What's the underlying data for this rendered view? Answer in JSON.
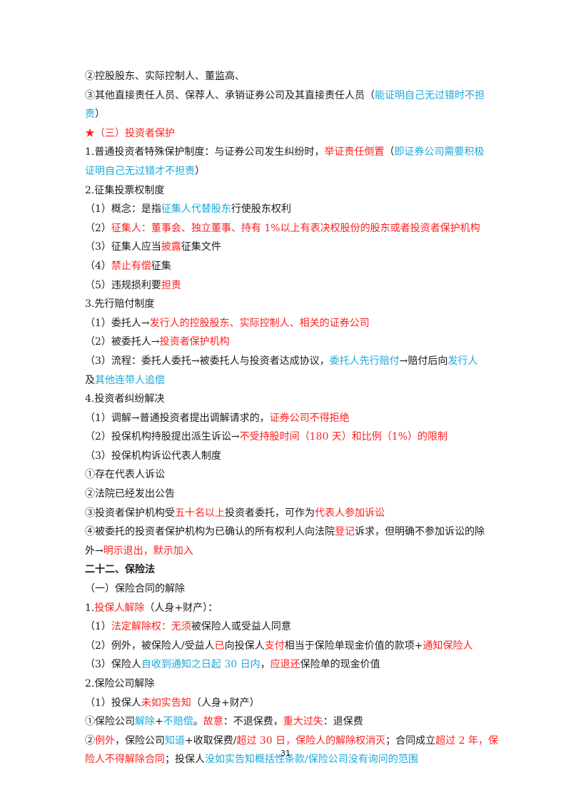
{
  "colors": {
    "text": "#1a1a1a",
    "red": "#ff1f1f",
    "blue": "#1aa9dc"
  },
  "lines": [
    {
      "name": "item-circle-2-controller",
      "segs": [
        {
          "t": "②控股股东、实际控制人、董监高、"
        }
      ]
    },
    {
      "name": "item-circle-3-other-responsible",
      "segs": [
        {
          "t": "③其他直接责任人员、保荐人、承销证券公司及其直接责任人员（"
        },
        {
          "t": "能证明自己无过错时不担",
          "c": "blue"
        }
      ]
    },
    {
      "name": "item-circle-3-cont",
      "segs": [
        {
          "t": "责",
          "c": "blue"
        },
        {
          "t": "）"
        }
      ]
    },
    {
      "name": "section-investor-protection-heading",
      "segs": [
        {
          "t": "★（三）投资者保护",
          "c": "red"
        }
      ]
    },
    {
      "name": "item-1-special-protection",
      "segs": [
        {
          "t": "1.普通投资者特殊保护制度：与证券公司发生纠纷时，"
        },
        {
          "t": "举证责任倒置",
          "c": "red"
        },
        {
          "t": "（"
        },
        {
          "t": "即证券公司需要积极",
          "c": "blue"
        }
      ]
    },
    {
      "name": "item-1-cont",
      "segs": [
        {
          "t": "证明自己无过错才不担责",
          "c": "blue"
        },
        {
          "t": "）"
        }
      ]
    },
    {
      "name": "item-2-proxy-voting",
      "segs": [
        {
          "t": "2.征集投票权制度"
        }
      ]
    },
    {
      "name": "item-2-1-concept",
      "segs": [
        {
          "t": "（1）概念：是指"
        },
        {
          "t": "征集人代替股东",
          "c": "blue"
        },
        {
          "t": "行使股东权利"
        }
      ]
    },
    {
      "name": "item-2-2-solicitor",
      "segs": [
        {
          "t": "（2）"
        },
        {
          "t": "征集人",
          "c": "red"
        },
        {
          "t": "：董事会、独立董事、持有 1%以上有表决权股份的股东或者投资者保护机构",
          "c": "red"
        }
      ]
    },
    {
      "name": "item-2-3-disclose",
      "segs": [
        {
          "t": "（3）征集人应当"
        },
        {
          "t": "披露",
          "c": "red"
        },
        {
          "t": "征集文件"
        }
      ]
    },
    {
      "name": "item-2-4-no-paid",
      "segs": [
        {
          "t": "（4）"
        },
        {
          "t": "禁止有偿",
          "c": "red"
        },
        {
          "t": "征集"
        }
      ]
    },
    {
      "name": "item-2-5-liability",
      "segs": [
        {
          "t": "（5）违规损利要"
        },
        {
          "t": "担责",
          "c": "red"
        }
      ]
    },
    {
      "name": "item-3-advance-compensation",
      "segs": [
        {
          "t": "3.先行赔付制度"
        }
      ]
    },
    {
      "name": "item-3-1-principal",
      "segs": [
        {
          "t": "（1）委托人→"
        },
        {
          "t": "发行人的控股股东、实际控制人、相关的证券公司",
          "c": "red"
        }
      ]
    },
    {
      "name": "item-3-2-agent",
      "segs": [
        {
          "t": "（2）被委托人→"
        },
        {
          "t": "投资者保护机构",
          "c": "red"
        }
      ]
    },
    {
      "name": "item-3-3-process",
      "segs": [
        {
          "t": "（3）流程：委托人委托→被委托人与投资者达成协议，"
        },
        {
          "t": "委托人先行赔付",
          "c": "blue"
        },
        {
          "t": "→赔付后向"
        },
        {
          "t": "发行人",
          "c": "blue"
        }
      ]
    },
    {
      "name": "item-3-3-cont",
      "segs": [
        {
          "t": "及"
        },
        {
          "t": "其他连带人追偿",
          "c": "blue"
        }
      ]
    },
    {
      "name": "item-4-dispute-resolution",
      "segs": [
        {
          "t": "4.投资者纠纷解决"
        }
      ]
    },
    {
      "name": "item-4-1-mediation",
      "segs": [
        {
          "t": "（1）调解→普通投资者提出调解请求的，"
        },
        {
          "t": "证券公司不得拒绝",
          "c": "red"
        }
      ]
    },
    {
      "name": "item-4-2-derivative-suit",
      "segs": [
        {
          "t": "（2）投保机构持股提出派生诉讼→"
        },
        {
          "t": "不受持股时间（180 天）和比例（1%）的限制",
          "c": "red"
        }
      ]
    },
    {
      "name": "item-4-3-representative",
      "segs": [
        {
          "t": "（3）投保机构诉讼代表人制度"
        }
      ]
    },
    {
      "name": "item-4-3-a",
      "segs": [
        {
          "t": "①存在代表人诉讼"
        }
      ]
    },
    {
      "name": "item-4-3-b",
      "segs": [
        {
          "t": "②法院已经发出公告"
        }
      ]
    },
    {
      "name": "item-4-3-c",
      "segs": [
        {
          "t": "③投资者保护机构受"
        },
        {
          "t": "五十名以上",
          "c": "red"
        },
        {
          "t": "投资者委托，可作为"
        },
        {
          "t": "代表人参加诉讼",
          "c": "red"
        }
      ]
    },
    {
      "name": "item-4-3-d",
      "segs": [
        {
          "t": "④被委托的投资者保护机构为已确认的所有权利人向法院"
        },
        {
          "t": "登记",
          "c": "red"
        },
        {
          "t": "诉求，但明确不参加诉讼的除"
        }
      ]
    },
    {
      "name": "item-4-3-d-cont",
      "segs": [
        {
          "t": "外→"
        },
        {
          "t": "明示退出，默示加入",
          "c": "red"
        }
      ]
    },
    {
      "name": "chapter-22-insurance-law-heading",
      "bold": true,
      "segs": [
        {
          "t": "二十二、保险法"
        }
      ]
    },
    {
      "name": "section-1-contract-termination",
      "segs": [
        {
          "t": "（一）保险合同的解除"
        }
      ]
    },
    {
      "name": "item-1-policyholder-termination",
      "segs": [
        {
          "t": "1."
        },
        {
          "t": "投保人解除",
          "c": "red"
        },
        {
          "t": "（人身+财产）："
        }
      ]
    },
    {
      "name": "item-1-1-statutory-right",
      "segs": [
        {
          "t": "（1）"
        },
        {
          "t": "法定解除权：无须",
          "c": "red"
        },
        {
          "t": "被保险人或受益人同意"
        }
      ]
    },
    {
      "name": "item-1-2-exception",
      "segs": [
        {
          "t": "（2）例外，被保险人/受益人"
        },
        {
          "t": "已",
          "c": "red"
        },
        {
          "t": "向投保人"
        },
        {
          "t": "支付",
          "c": "red"
        },
        {
          "t": "相当于保险单现金价值的款项+"
        },
        {
          "t": "通知保险人",
          "c": "red"
        }
      ]
    },
    {
      "name": "item-1-3-refund",
      "segs": [
        {
          "t": "（3）保险人"
        },
        {
          "t": "自收到通知之日起 30 日内",
          "c": "blue"
        },
        {
          "t": "，"
        },
        {
          "t": "应退还",
          "c": "red"
        },
        {
          "t": "保险单的现金价值"
        }
      ]
    },
    {
      "name": "item-2-insurer-termination",
      "segs": [
        {
          "t": "2.保险公司解除"
        }
      ]
    },
    {
      "name": "item-2-1-non-disclosure",
      "segs": [
        {
          "t": "（1）投保人"
        },
        {
          "t": "未如实告知",
          "c": "red"
        },
        {
          "t": "（人身+财产）"
        }
      ]
    },
    {
      "name": "item-2-1-a",
      "segs": [
        {
          "t": "①保险公司"
        },
        {
          "t": "解除",
          "c": "blue"
        },
        {
          "t": "+"
        },
        {
          "t": "不赔偿",
          "c": "blue"
        },
        {
          "t": "。"
        },
        {
          "t": "故意",
          "c": "red"
        },
        {
          "t": "：不退保费，"
        },
        {
          "t": "重大过失",
          "c": "red"
        },
        {
          "t": "：退保费"
        }
      ]
    },
    {
      "name": "item-2-1-b",
      "segs": [
        {
          "t": "②"
        },
        {
          "t": "例外",
          "c": "red"
        },
        {
          "t": "，保险公司"
        },
        {
          "t": "知道",
          "c": "blue"
        },
        {
          "t": "+收取保费/"
        },
        {
          "t": "超过 30 日，保险人的解除权消灭",
          "c": "red"
        },
        {
          "t": "；合同成立"
        },
        {
          "t": "超过 2 年，保",
          "c": "red"
        }
      ]
    },
    {
      "name": "item-2-1-b-cont",
      "segs": [
        {
          "t": "险人不得解除合同",
          "c": "red"
        },
        {
          "t": "；投保人"
        },
        {
          "t": "没如实告知概括性条款/保险公司没有询问的范围",
          "c": "blue"
        }
      ]
    }
  ],
  "footer": {
    "page_number": "31"
  }
}
